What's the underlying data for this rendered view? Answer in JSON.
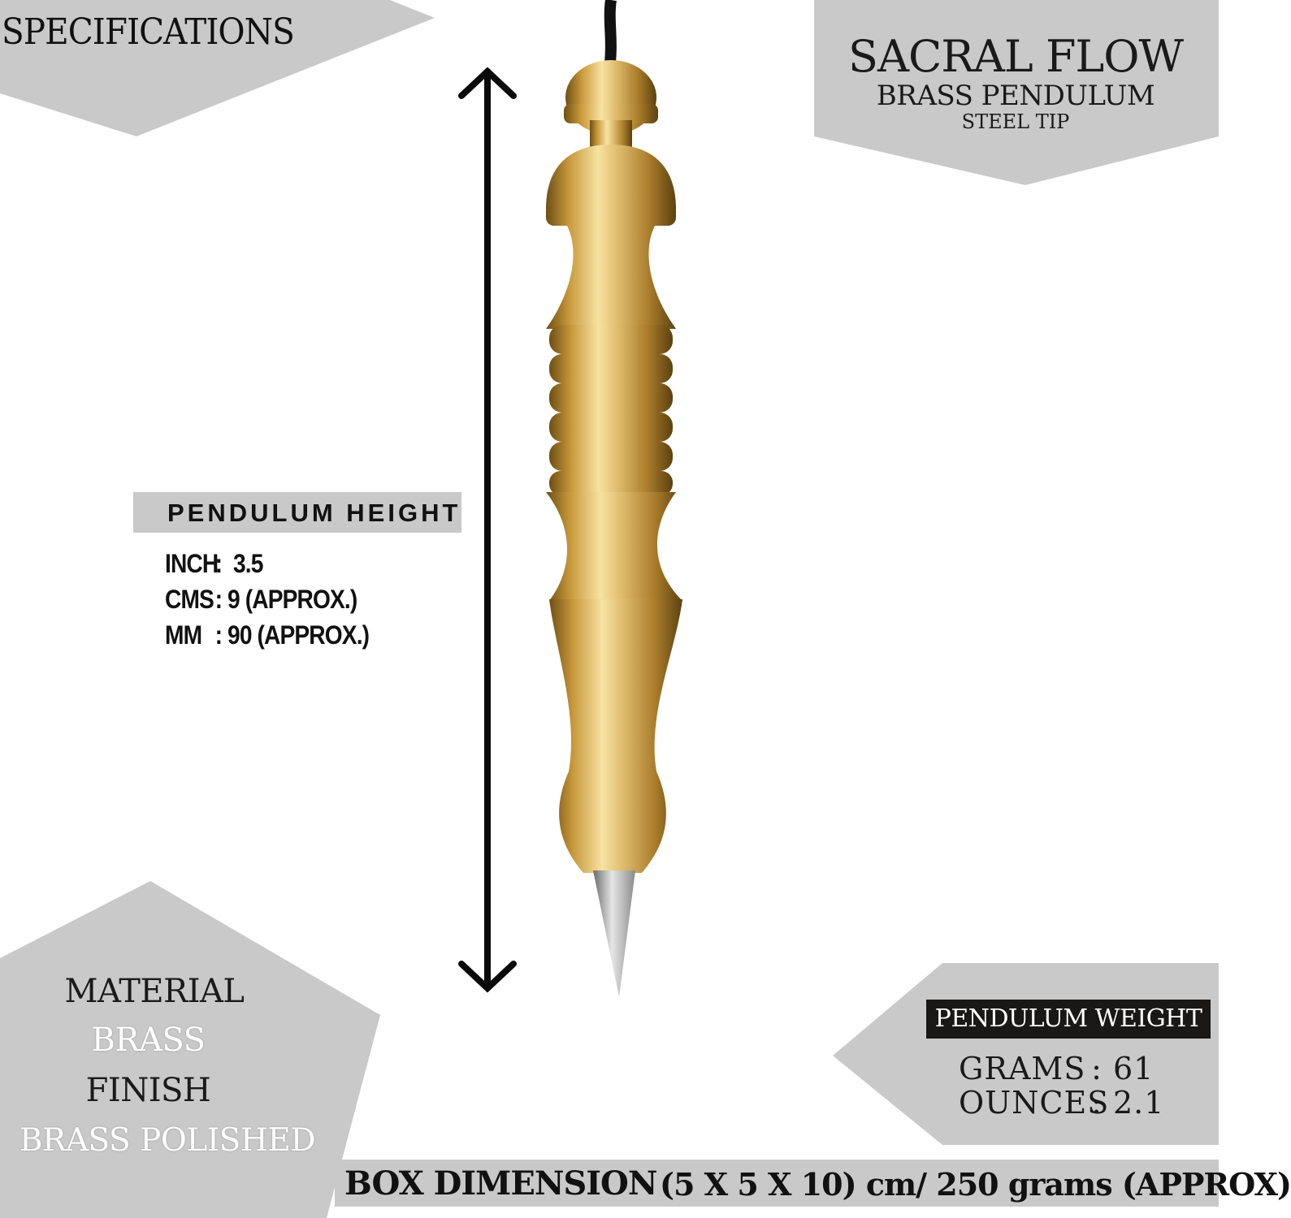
{
  "specifications_heading": "SPECIFICATIONS",
  "product": {
    "name": "SACRAL FLOW",
    "subtitle": "BRASS PENDULUM",
    "tip": "STEEL TIP"
  },
  "height": {
    "label": "PENDULUM HEIGHT",
    "rows": [
      {
        "key": "INCH",
        "sep": ":",
        "value": "3.5"
      },
      {
        "key": "CMS",
        "sep": ":",
        "value": "9 (APPROX.)"
      },
      {
        "key": "MM",
        "sep": ":",
        "value": "90 (APPROX.)"
      }
    ]
  },
  "material": {
    "material_label": "MATERIAL",
    "material_value": "BRASS",
    "finish_label": "FINISH",
    "finish_value": "BRASS POLISHED"
  },
  "weight": {
    "label": "PENDULUM WEIGHT",
    "rows": [
      {
        "key": "GRAMS",
        "sep": ":",
        "value": "61"
      },
      {
        "key": "OUNCES",
        "sep": ":",
        "value": "2.1"
      }
    ]
  },
  "box": {
    "label": "BOX DIMENSION",
    "value": "(5 X 5 X 10) cm/ 250 grams (APPROX)"
  },
  "colors": {
    "panel_gray": "#c9c9c9",
    "brass": "#c9a24a",
    "steel": "#a8a8a8",
    "label_dark": "#1a1717"
  }
}
